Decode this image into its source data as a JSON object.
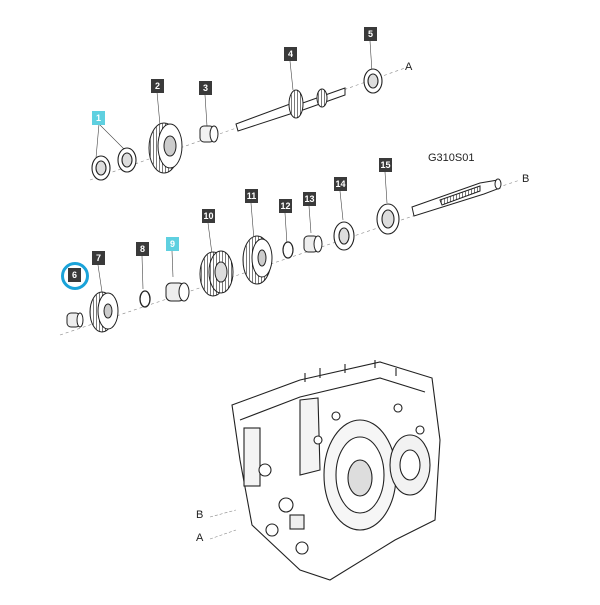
{
  "diagram": {
    "reference_code": "G310S01",
    "axis_labels": {
      "a_upper": "A",
      "b_upper": "B",
      "b_lower": "B",
      "a_lower": "A"
    },
    "highlight_color": "#5fd0e0",
    "selection_ring_color": "#1aa3d9",
    "selected_part": "6",
    "callouts": [
      {
        "id": "p1",
        "label": "1",
        "highlighted": true
      },
      {
        "id": "p2",
        "label": "2",
        "highlighted": false
      },
      {
        "id": "p3",
        "label": "3",
        "highlighted": false
      },
      {
        "id": "p4",
        "label": "4",
        "highlighted": false
      },
      {
        "id": "p5",
        "label": "5",
        "highlighted": false
      },
      {
        "id": "p6",
        "label": "6",
        "highlighted": false
      },
      {
        "id": "p7",
        "label": "7",
        "highlighted": false
      },
      {
        "id": "p8",
        "label": "8",
        "highlighted": false
      },
      {
        "id": "p9",
        "label": "9",
        "highlighted": true
      },
      {
        "id": "p10",
        "label": "10",
        "highlighted": false
      },
      {
        "id": "p11",
        "label": "11",
        "highlighted": false
      },
      {
        "id": "p12",
        "label": "12",
        "highlighted": false
      },
      {
        "id": "p13",
        "label": "13",
        "highlighted": false
      },
      {
        "id": "p14",
        "label": "14",
        "highlighted": false
      },
      {
        "id": "p15",
        "label": "15",
        "highlighted": false
      }
    ]
  }
}
